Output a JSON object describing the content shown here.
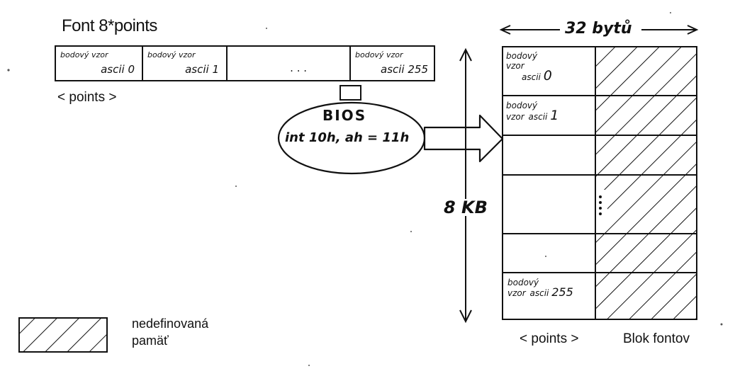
{
  "title": "Font 8*points",
  "font_row": {
    "cells": [
      {
        "line1": "bodový vzor",
        "line2": "ascii 0"
      },
      {
        "line1": "bodový vzor",
        "line2": "ascii 1"
      },
      {
        "line1": "",
        "line2": ". . ."
      },
      {
        "line1": "bodový vzor",
        "line2": "ascii 255"
      }
    ],
    "caption": "< points >"
  },
  "bios": {
    "line1": "BIOS",
    "line2": "int 10h, ah = 11h"
  },
  "size_label": "8 KB",
  "width_label": "32 bytů",
  "block": {
    "entries": [
      {
        "l1": "bodový",
        "l2": "vzor",
        "l3": "ascii",
        "num": "0"
      },
      {
        "l1": "bodový",
        "l2": "vzor",
        "l3": "ascii",
        "num": "1"
      },
      {
        "l1": "bodový",
        "l2": "vzor",
        "l3": "ascii",
        "num": "255"
      }
    ],
    "caption_left": "< points >",
    "caption_right": "Blok fontov"
  },
  "legend": {
    "line1": "nedefinovaná",
    "line2": "pamäť"
  }
}
